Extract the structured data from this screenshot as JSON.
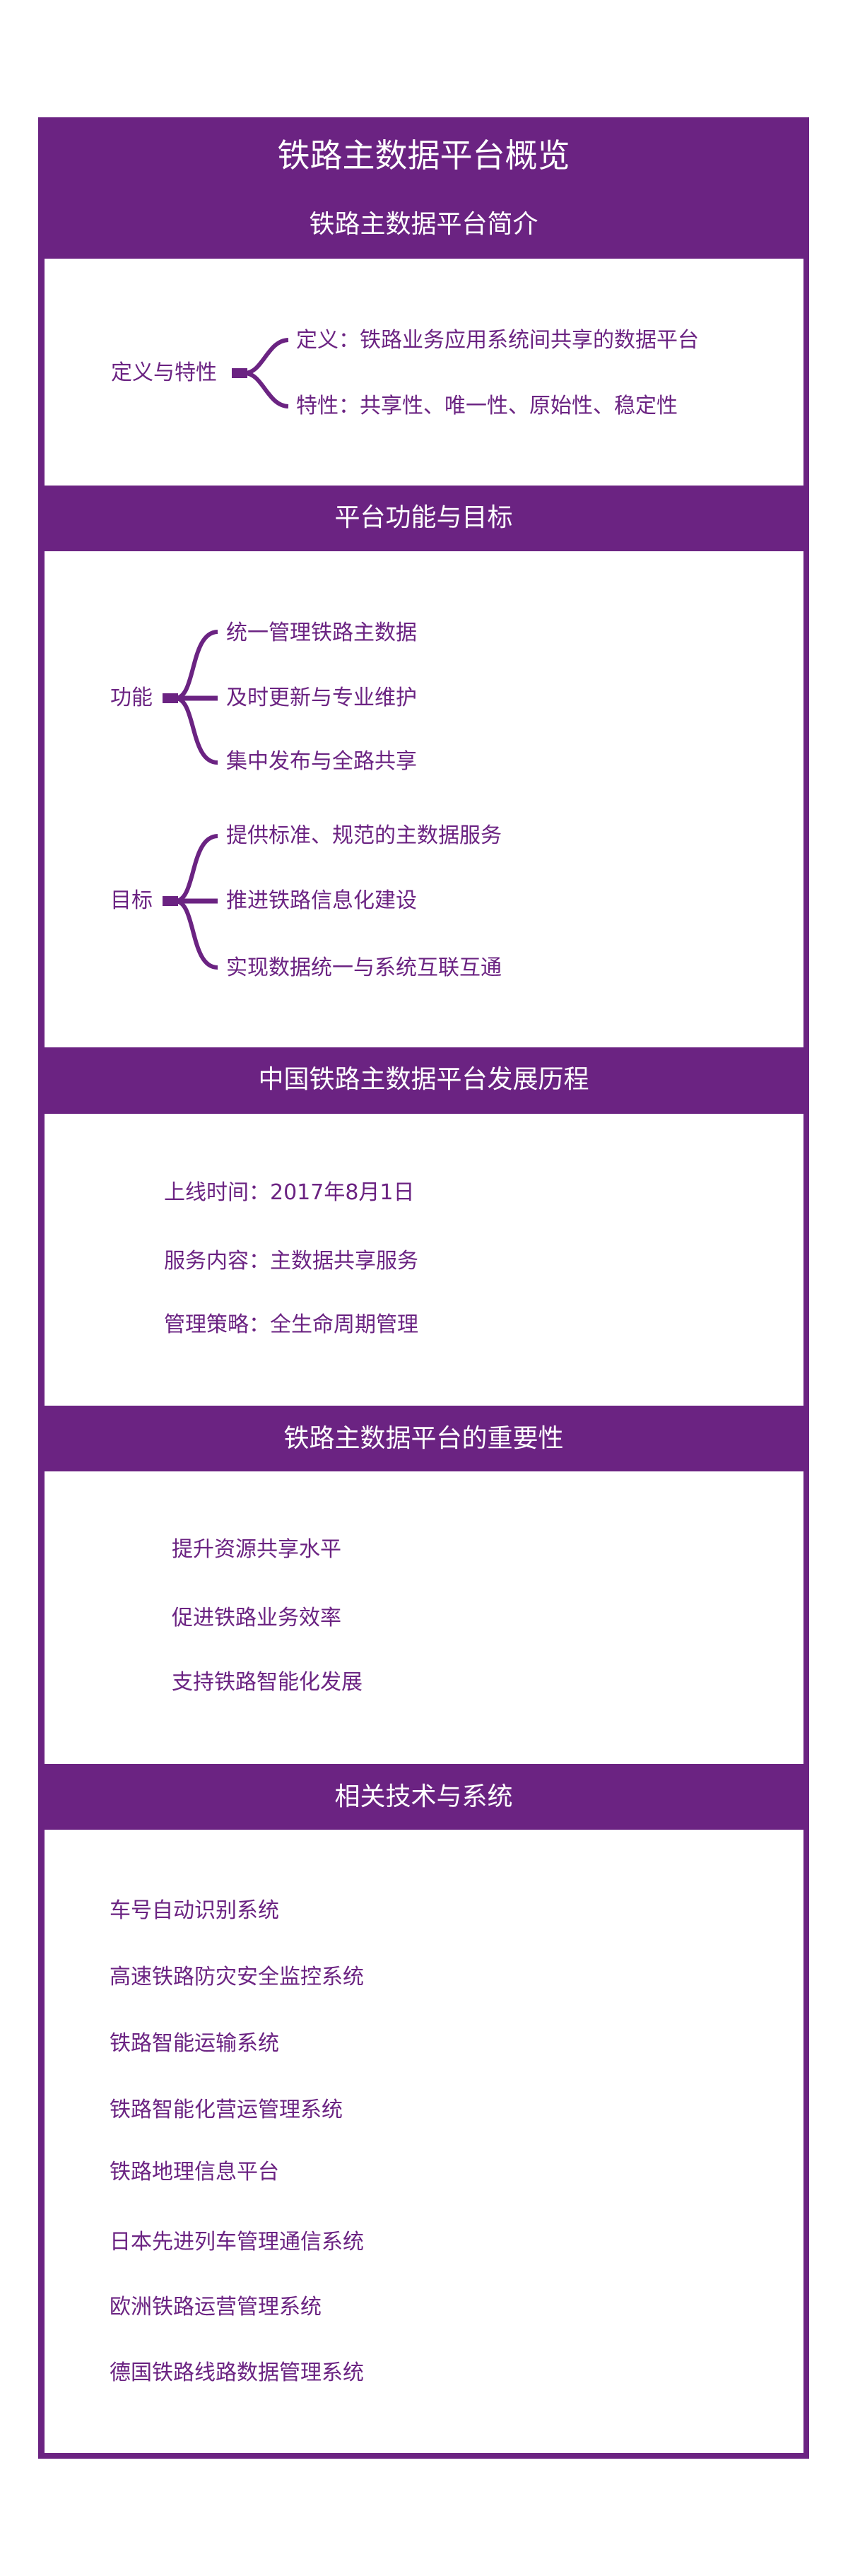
{
  "title": "铁路主数据平台概览",
  "colors": {
    "primary": "#6b2382",
    "panel": "#ffffff",
    "header_text": "#ffffff"
  },
  "sections": [
    {
      "heading": "铁路主数据平台简介",
      "groups": [
        {
          "label": "定义与特性",
          "children": [
            "定义：铁路业务应用系统间共享的数据平台",
            "特性：共享性、唯一性、原始性、稳定性"
          ]
        }
      ]
    },
    {
      "heading": "平台功能与目标",
      "groups": [
        {
          "label": "功能",
          "children": [
            "统一管理铁路主数据",
            "及时更新与专业维护",
            "集中发布与全路共享"
          ]
        },
        {
          "label": "目标",
          "children": [
            "提供标准、规范的主数据服务",
            "推进铁路信息化建设",
            "实现数据统一与系统互联互通"
          ]
        }
      ]
    },
    {
      "heading": "中国铁路主数据平台发展历程",
      "items": [
        "上线时间：2017年8月1日",
        "服务内容：主数据共享服务",
        "管理策略：全生命周期管理"
      ]
    },
    {
      "heading": "铁路主数据平台的重要性",
      "items": [
        "提升资源共享水平",
        "促进铁路业务效率",
        "支持铁路智能化发展"
      ]
    },
    {
      "heading": "相关技术与系统",
      "items": [
        "车号自动识别系统",
        "高速铁路防灾安全监控系统",
        "铁路智能运输系统",
        "铁路智能化营运管理系统",
        "铁路地理信息平台",
        "日本先进列车管理通信系统",
        "欧洲铁路运营管理系统",
        "德国铁路线路数据管理系统"
      ]
    }
  ]
}
